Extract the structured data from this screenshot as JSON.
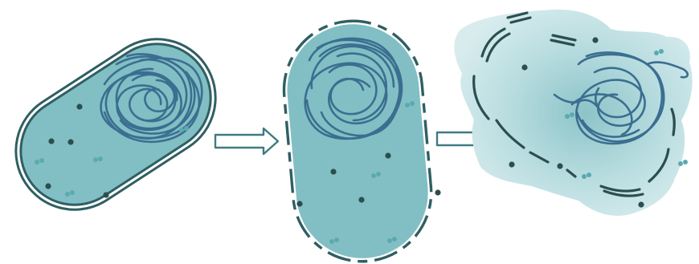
{
  "diagram": {
    "stages": [
      {
        "name": "intact-cell",
        "membrane": "double-solid"
      },
      {
        "name": "membrane-breaking",
        "membrane": "dashed"
      },
      {
        "name": "lysed-cell",
        "membrane": "fragmented"
      }
    ],
    "transitions": [
      {
        "from": "intact-cell",
        "to": "membrane-breaking"
      },
      {
        "from": "membrane-breaking",
        "to": "lysed-cell"
      }
    ]
  },
  "colors": {
    "cytoplasm": "#82bfc4",
    "membrane": "#2f5f62",
    "dna": "#3b6e90",
    "particle_dark": "#2b4e50",
    "particle_light": "#5aaab0",
    "arrow_stroke": "#3f7b80",
    "lysate_center": "#8cc4c8",
    "lysate_edge": "#d8ecee"
  },
  "icons": {
    "arrow": "right-arrow-icon",
    "dna": "dna-coil-icon"
  }
}
